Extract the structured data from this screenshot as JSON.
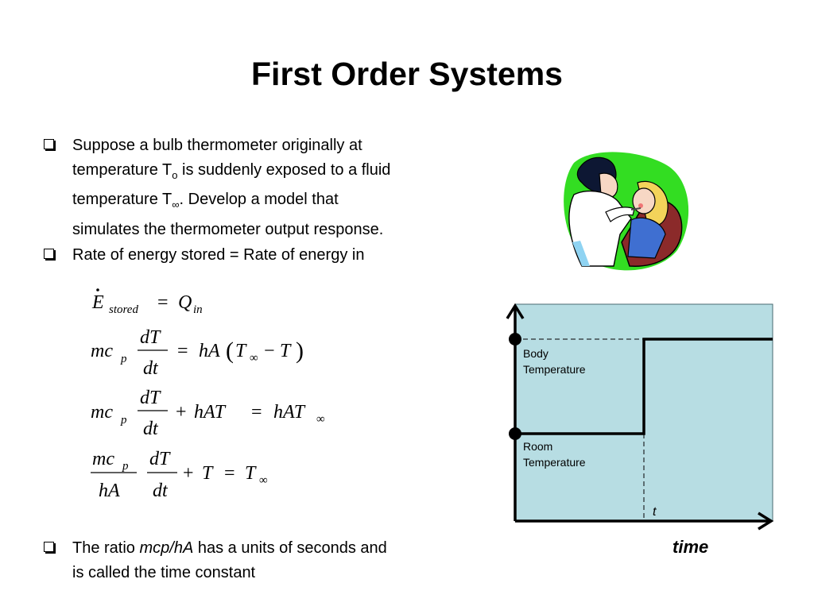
{
  "slide": {
    "title": "First Order Systems"
  },
  "bullets": {
    "b1": {
      "line1": "Suppose a bulb thermometer originally at",
      "line2_pre": "temperature T",
      "line2_sub": "o",
      "line2_post": " is suddenly exposed to a fluid",
      "line3_pre": "temperature T",
      "line3_sub": "∞",
      "line3_post": ". Develop a model that",
      "line4": "simulates the thermometer output response."
    },
    "b2": {
      "text": "Rate of energy stored = Rate of energy in"
    },
    "b3": {
      "pre": "The ratio ",
      "emph": "mcp/hA",
      "post": " has a units of seconds and",
      "line2": "is called the time constant"
    }
  },
  "graph": {
    "background_color": "#b7dde3",
    "body_label_1": "Body",
    "body_label_2": "Temperature",
    "room_label_1": "Room",
    "room_label_2": "Temperature",
    "t_label": "t",
    "x_axis_label": "time"
  },
  "icons": {
    "bullet": "checkbox-bullet-icon",
    "clipart": "nurse-taking-temperature-clipart"
  }
}
